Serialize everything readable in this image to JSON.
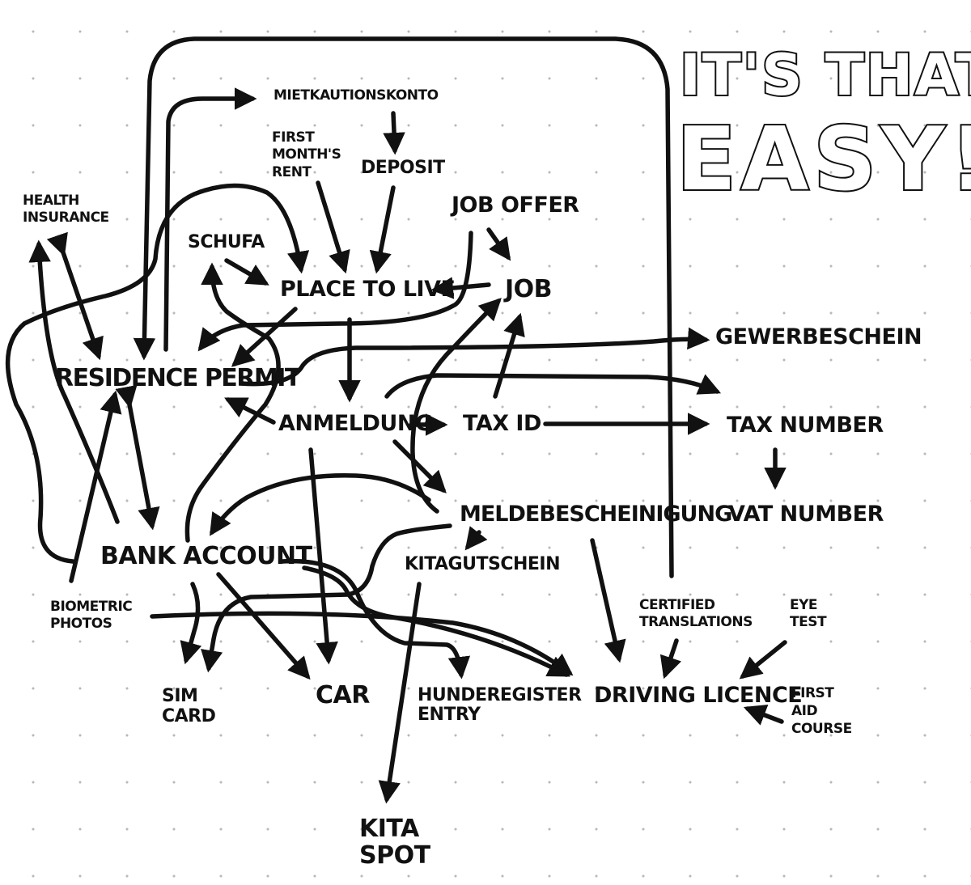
{
  "title": {
    "line1": "IT'S THAT",
    "line2": "EASY!"
  },
  "nodes": {
    "mietkautionskonto": "Mietkautionskonto",
    "first_months_rent": "First month's rent",
    "deposit": "Deposit",
    "job_offer": "Job offer",
    "health_insurance": "Health insurance",
    "schufa": "Schufa",
    "place_to_live": "Place to live",
    "job": "Job",
    "gewerbeschein": "Gewerbeschein",
    "residence_permit": "Residence permit",
    "anmeldung": "Anmeldung",
    "tax_id": "Tax ID",
    "tax_number": "Tax number",
    "vat_number": "VAT number",
    "meldebescheinigung": "Meldebescheinigung",
    "bank_account": "Bank account",
    "kitagutschein": "Kitagutschein",
    "biometric_photos": "Biometric photos",
    "certified_translations": "Certified translations",
    "eye_test": "Eye test",
    "sim_card": "SIM card",
    "car": "Car",
    "hunderegister_entry": "Hunderegister entry",
    "driving_licence": "Driving licence",
    "first_aid_course": "First aid course",
    "kita_spot": "Kita spot"
  }
}
